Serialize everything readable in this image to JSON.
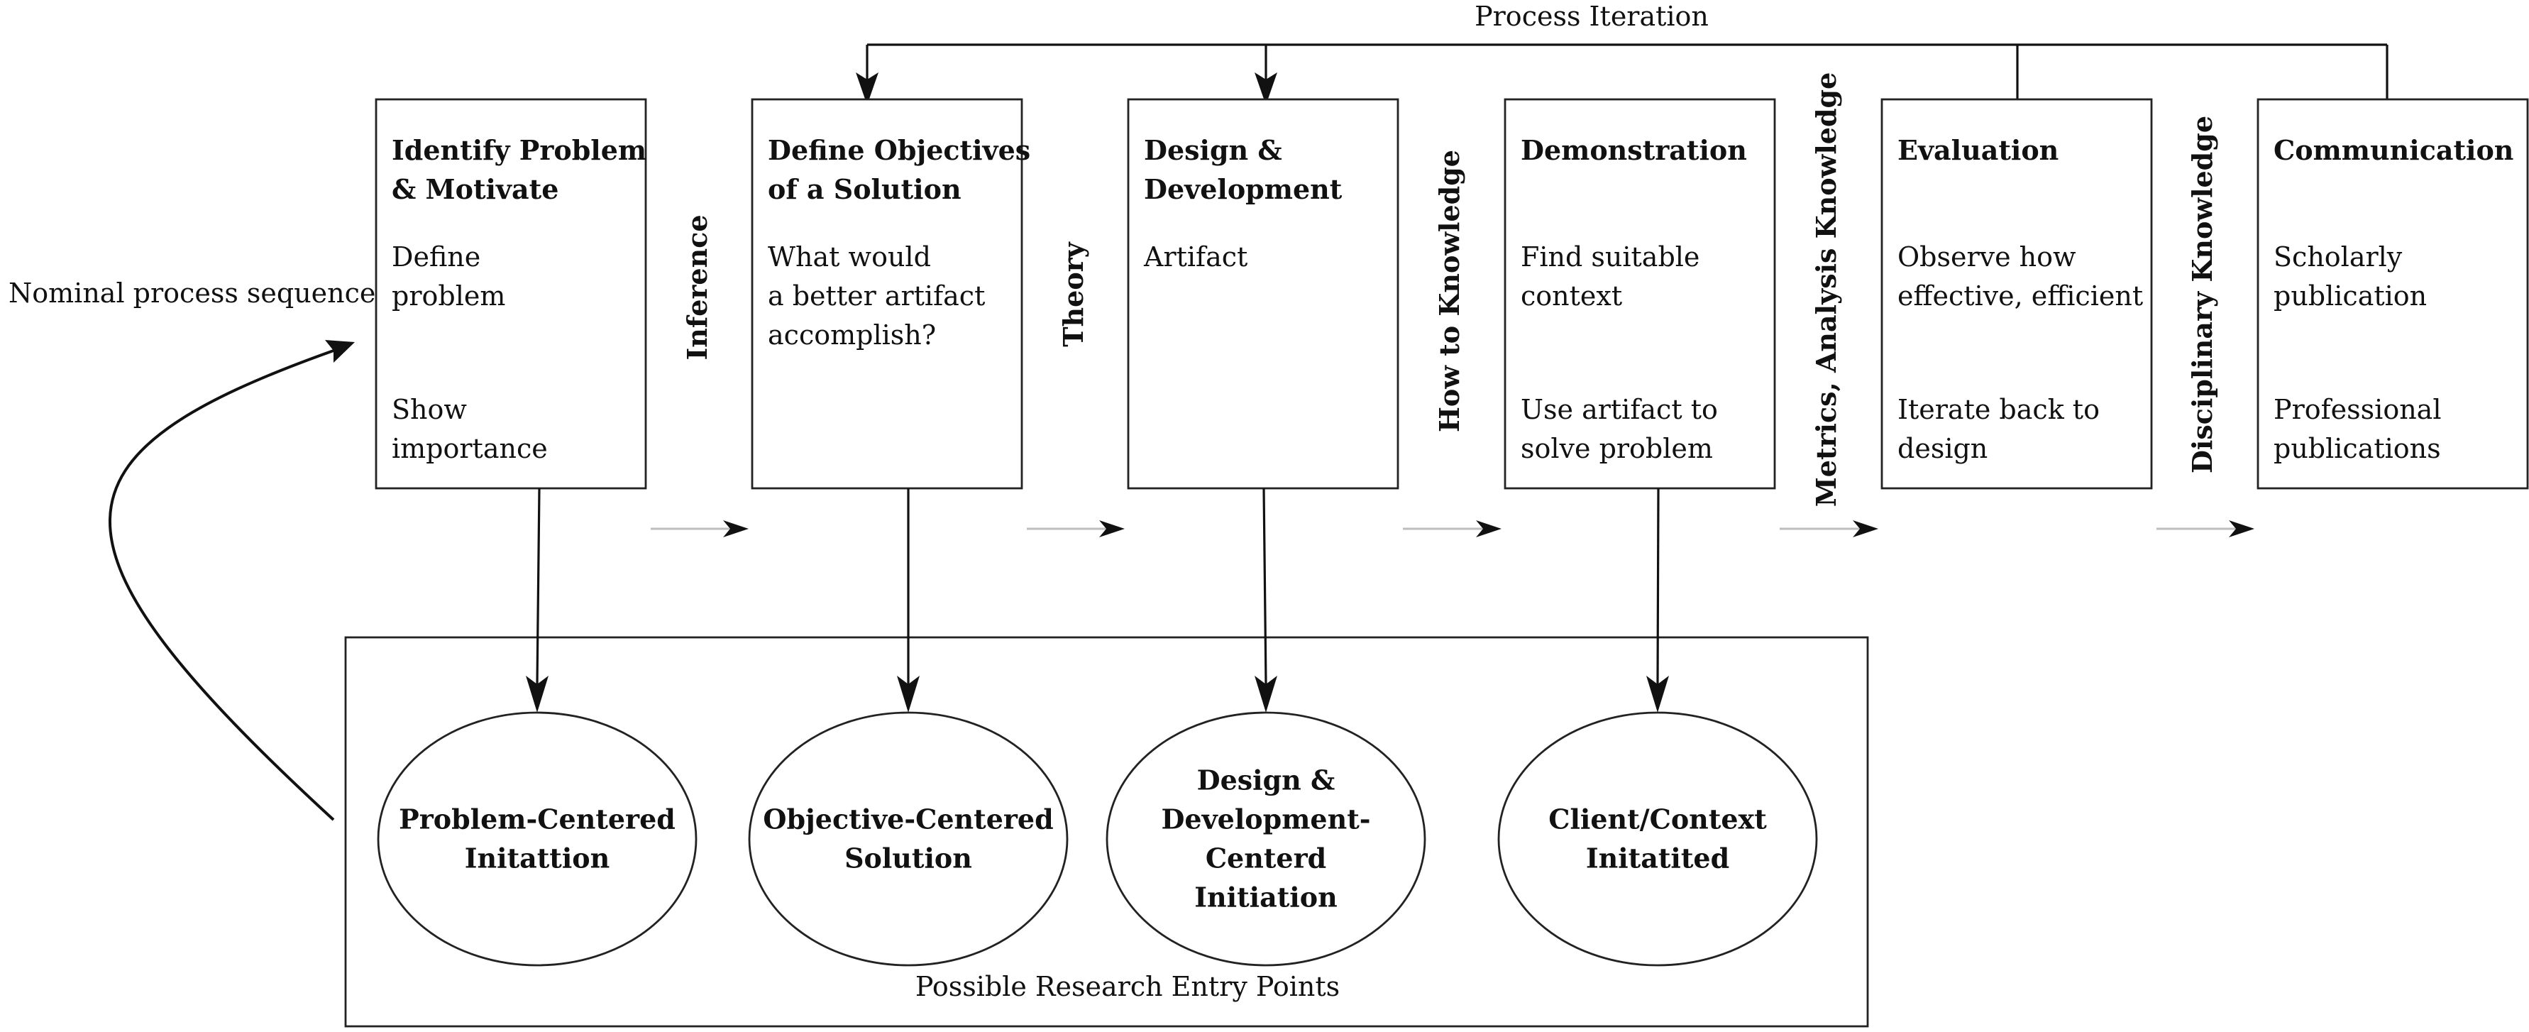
{
  "diagram": {
    "process_iteration_label": "Process Iteration",
    "nominal_sequence_label": "Nominal process sequence",
    "entry_points_label": "Possible Research Entry Points",
    "activities": [
      {
        "name": "identify",
        "title": [
          "Identify Problem",
          "& Motivate"
        ],
        "body": [
          [
            "Define",
            "problem"
          ],
          [
            "Show",
            "importance"
          ]
        ]
      },
      {
        "name": "objectives",
        "title": [
          "Define Objectives",
          "of a Solution"
        ],
        "body": [
          [
            "What would",
            "a better artifact",
            "accomplish?"
          ]
        ]
      },
      {
        "name": "design",
        "title": [
          "Design &",
          "Development"
        ],
        "body": [
          [
            "Artifact"
          ]
        ]
      },
      {
        "name": "demonstration",
        "title": [
          "Demonstration"
        ],
        "body": [
          [
            "Find suitable",
            "context"
          ],
          [
            "Use artifact to",
            "solve problem"
          ]
        ]
      },
      {
        "name": "evaluation",
        "title": [
          "Evaluation"
        ],
        "body": [
          [
            "Observe how",
            "effective, efficient"
          ],
          [
            "Iterate back to",
            "design"
          ]
        ]
      },
      {
        "name": "communication",
        "title": [
          "Communication"
        ],
        "body": [
          [
            "Scholarly",
            "publication"
          ],
          [
            "Professional",
            "publications"
          ]
        ]
      }
    ],
    "knowledge_labels": [
      "Inference",
      "Theory",
      "How to Knowledge",
      "Metrics, Analysis Knowledge",
      "Disciplinary Knowledge"
    ],
    "entry_points": [
      {
        "name": "problem-centered",
        "lines": [
          "Problem-Centered",
          "Initattion"
        ]
      },
      {
        "name": "objective-centered",
        "lines": [
          "Objective-Centered",
          "Solution"
        ]
      },
      {
        "name": "design-development-centered",
        "lines": [
          "Design &",
          "Development-",
          "Centerd",
          "Initiation"
        ]
      },
      {
        "name": "client-context",
        "lines": [
          "Client/Context",
          "Initatited"
        ]
      }
    ]
  }
}
